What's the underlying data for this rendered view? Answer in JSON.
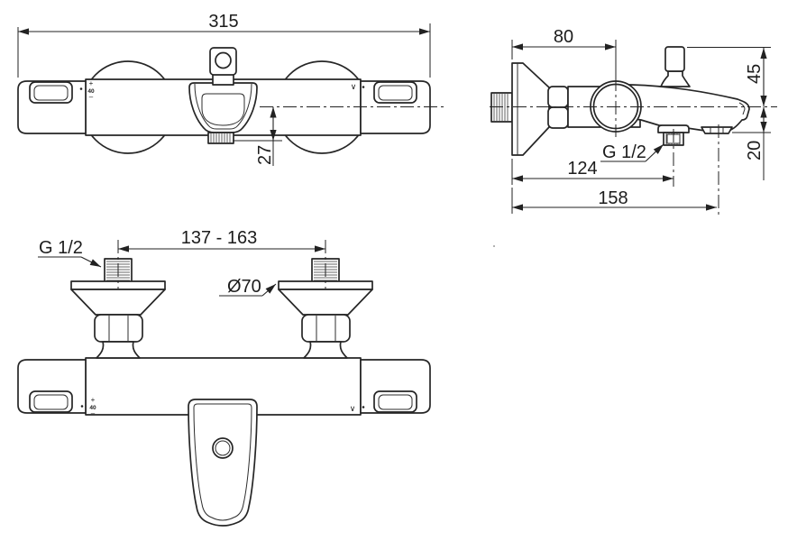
{
  "views": {
    "top": {
      "dim_overall_width": "315",
      "dim_spout_offset": "27",
      "marks": {
        "plus": "+",
        "temp": "40",
        "minus": "–",
        "flow": "∨"
      }
    },
    "side": {
      "dim_wall_to_handle": "80",
      "dim_above_axis": "45",
      "dim_below_axis": "20",
      "dim_wall_to_outlet": "124",
      "dim_wall_to_spout_tip": "158",
      "thread_label": "G 1/2"
    },
    "front": {
      "thread_label": "G 1/2",
      "dim_inlet_centers": "137 - 163",
      "escutcheon_diameter": "Ø70",
      "marks": {
        "plus": "+",
        "temp": "40",
        "minus": "–",
        "flow": "∨"
      }
    },
    "colors": {
      "line": "#262626",
      "background": "#ffffff"
    }
  }
}
